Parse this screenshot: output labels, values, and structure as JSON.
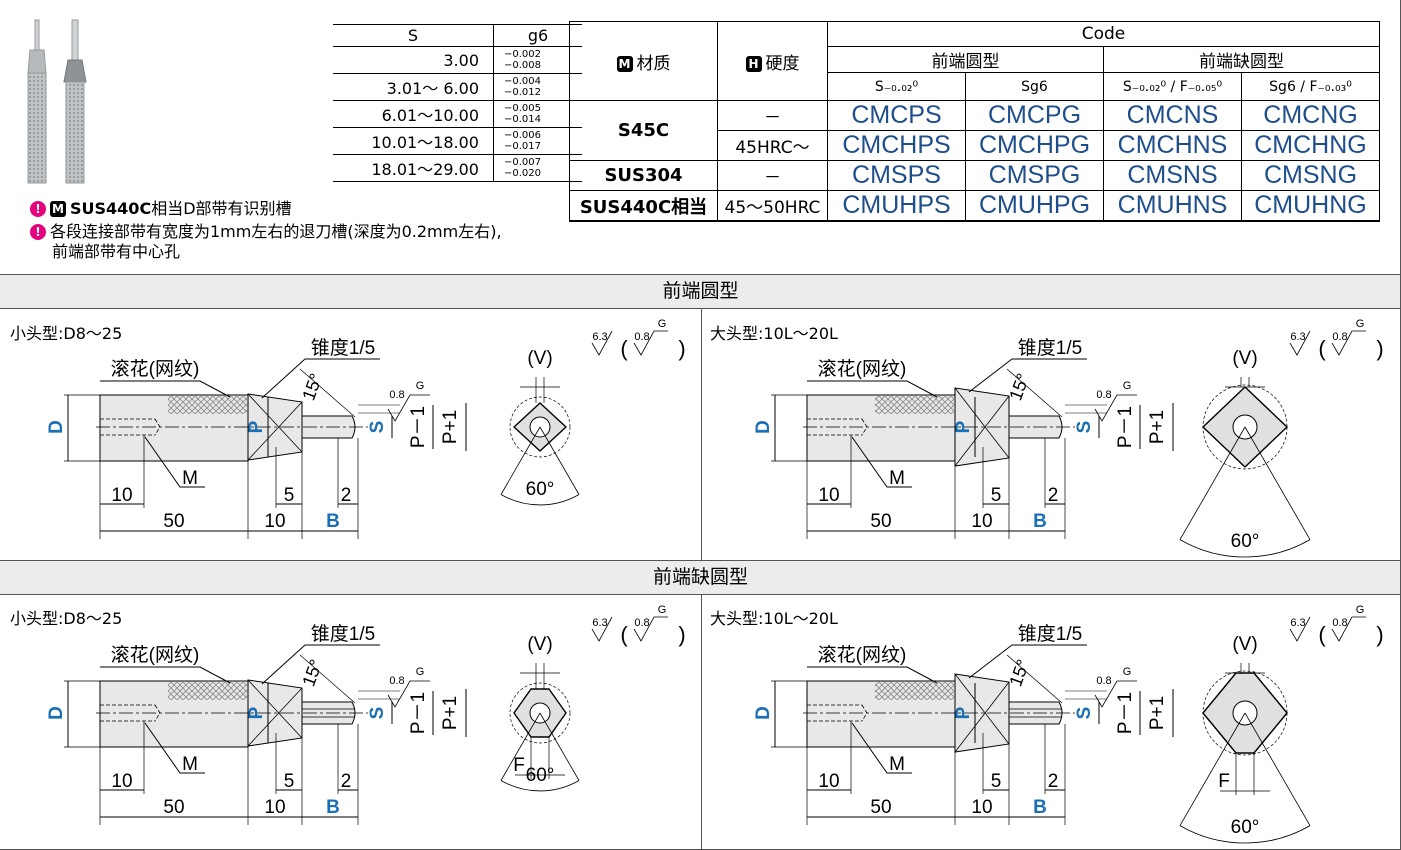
{
  "tolerance_table": {
    "headers": [
      "S",
      "g6"
    ],
    "rows": [
      {
        "s": "3.00",
        "upper": "−0.002",
        "lower": "−0.008"
      },
      {
        "s": "3.01～ 6.00",
        "upper": "−0.004",
        "lower": "−0.012"
      },
      {
        "s": "6.01～10.00",
        "upper": "−0.005",
        "lower": "−0.014"
      },
      {
        "s": "10.01～18.00",
        "upper": "−0.006",
        "lower": "−0.017"
      },
      {
        "s": "18.01～29.00",
        "upper": "−0.007",
        "lower": "−0.020"
      }
    ]
  },
  "code_table": {
    "material_badge": "M",
    "material_label": "材质",
    "hardness_badge": "H",
    "hardness_label": "硬度",
    "code_label": "Code",
    "group_round": "前端圆型",
    "group_flat": "前端缺圆型",
    "sub_headers": [
      "S₋₀.₀₂⁰",
      "Sg6",
      "S₋₀.₀₂⁰ / F₋₀.₀₅⁰",
      "Sg6 / F₋₀.₀₃⁰"
    ],
    "rows": [
      {
        "material": "S45C",
        "hardness": "－",
        "codes": [
          "CMCPS",
          "CMCPG",
          "CMCNS",
          "CMCNG"
        ]
      },
      {
        "material": "",
        "hardness": "45HRC～",
        "codes": [
          "CMCHPS",
          "CMCHPG",
          "CMCHNS",
          "CMCHNG"
        ]
      },
      {
        "material": "SUS304",
        "hardness": "－",
        "codes": [
          "CMSPS",
          "CMSPG",
          "CMSNS",
          "CMSNG"
        ]
      },
      {
        "material": "SUS440C相当",
        "hardness": "45～50HRC",
        "codes": [
          "CMUHPS",
          "CMUHPG",
          "CMUHNS",
          "CMUHNG"
        ]
      }
    ]
  },
  "notes": {
    "note1_badge": "M",
    "note1_strong": "SUS440C",
    "note1_text": "相当D部带有识别槽",
    "note2_line1": "各段连接部带有宽度为1mm左右的退刀槽(深度为0.2mm左右),",
    "note2_line2": "前端部带有中心孔"
  },
  "sections": [
    {
      "title": "前端圆型"
    },
    {
      "title": "前端缺圆型"
    }
  ],
  "drawing_labels": {
    "small": "小头型:D8～25",
    "large": "大头型:10L～20L",
    "knurl": "滚花(网纹)",
    "taper": "锥度1/5",
    "angle15": "15°",
    "angle60": "60°",
    "d": "D",
    "p": "P",
    "s": "S",
    "m": "M",
    "b": "B",
    "f": "F",
    "pm1": "P－1",
    "pp1": "P+1",
    "v": "(V)",
    "dim10": "10",
    "dim50": "50",
    "dim5": "5",
    "dim2": "2",
    "rough63": "6.3",
    "rough08": "0.8",
    "g": "G"
  },
  "colors": {
    "code_blue": "#1f4e8c",
    "dim_blue": "#1a6fb5",
    "warning_pink": "#e6007e",
    "bar_gray": "#ececec"
  }
}
